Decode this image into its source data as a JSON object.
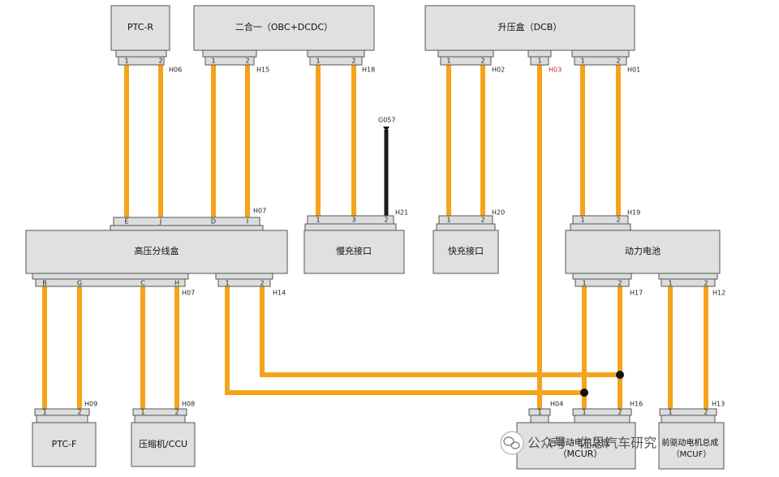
{
  "components": {
    "ptc_r": "PTC-R",
    "obc_dcdc": "二合一（OBC+DCDC）",
    "dcb": "升压盒（DCB）",
    "pdu": "高压分线盒",
    "slow_charge": "慢充接口",
    "fast_charge": "快充接口",
    "battery": "动力电池",
    "ptc_f": "PTC-F",
    "compressor": "压缩机/CCU",
    "mcur": "后驱动电机总成\n（MCUR）",
    "mcuf": "前驱动电机总成\n（MCUF）"
  },
  "connectors": {
    "H06": "H06",
    "H15": "H15",
    "H18": "H18",
    "H02": "H02",
    "H03": "H03",
    "H01": "H01",
    "G057": "G057",
    "H07_top": "H07",
    "H21": "H21",
    "H20": "H20",
    "H19": "H19",
    "H07_bottom": "H07",
    "H14": "H14",
    "H17": "H17",
    "H12": "H12",
    "H09": "H09",
    "H08": "H08",
    "H04": "H04",
    "H16": "H16",
    "H13": "H13"
  },
  "pins": {
    "p1": "1",
    "p2": "2",
    "p3": "3",
    "E": "E",
    "J": "J",
    "D": "D",
    "I": "I",
    "B": "B",
    "G": "G",
    "C": "C",
    "H": "H"
  },
  "watermark": "公众号 · 佐思汽车研究",
  "colors": {
    "wire": "#f5a31a",
    "ground": "#1a1a1a",
    "box": "#e0e0e0",
    "highlight_label": "#d0202a"
  }
}
